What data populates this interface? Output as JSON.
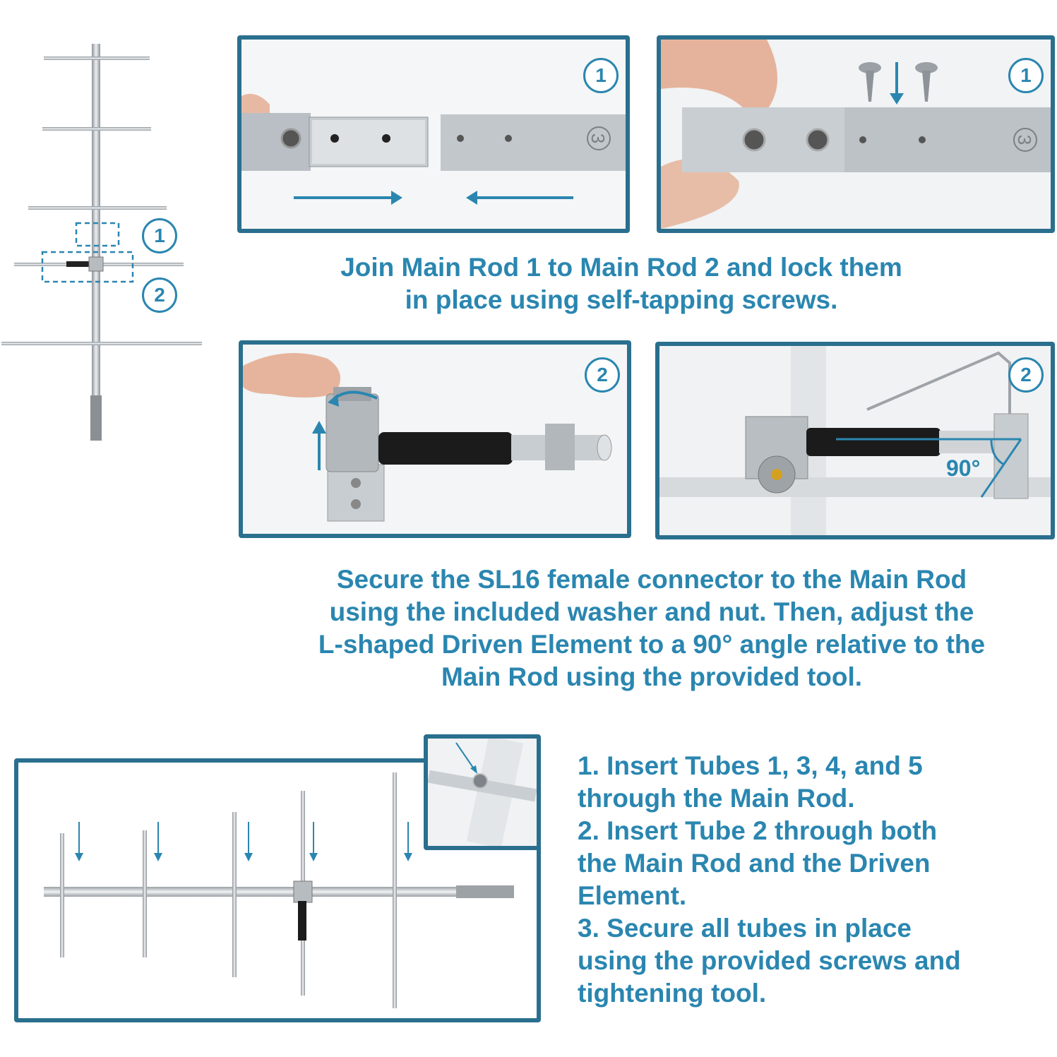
{
  "overview": {
    "badge_1": "1",
    "badge_2": "2"
  },
  "step1": {
    "panel_left_badge": "1",
    "panel_right_badge": "1",
    "rod_number": "3",
    "caption_line1": "Join Main Rod 1 to Main Rod 2 and lock them",
    "caption_line2": "in place using self-tapping screws."
  },
  "step2": {
    "panel_left_badge": "2",
    "panel_right_badge": "2",
    "angle_label": "90°",
    "caption_line1": "Secure the SL16 female connector to the Main Rod",
    "caption_line2": "using the included washer and nut. Then, adjust the",
    "caption_line3": "L-shaped Driven Element to a 90° angle relative to the",
    "caption_line4": "Main Rod using the provided tool."
  },
  "step3": {
    "instructions": [
      "1. Insert Tubes 1, 3, 4, and 5",
      "through the Main Rod.",
      "2. Insert Tube 2 through both",
      "the Main Rod and the Driven",
      "Element.",
      "3. Secure all tubes in place",
      "using the provided screws and",
      "tightening tool."
    ]
  },
  "colors": {
    "accent": "#2a86b0",
    "frame": "#2a6f8e",
    "metal": "#c9ced2"
  }
}
